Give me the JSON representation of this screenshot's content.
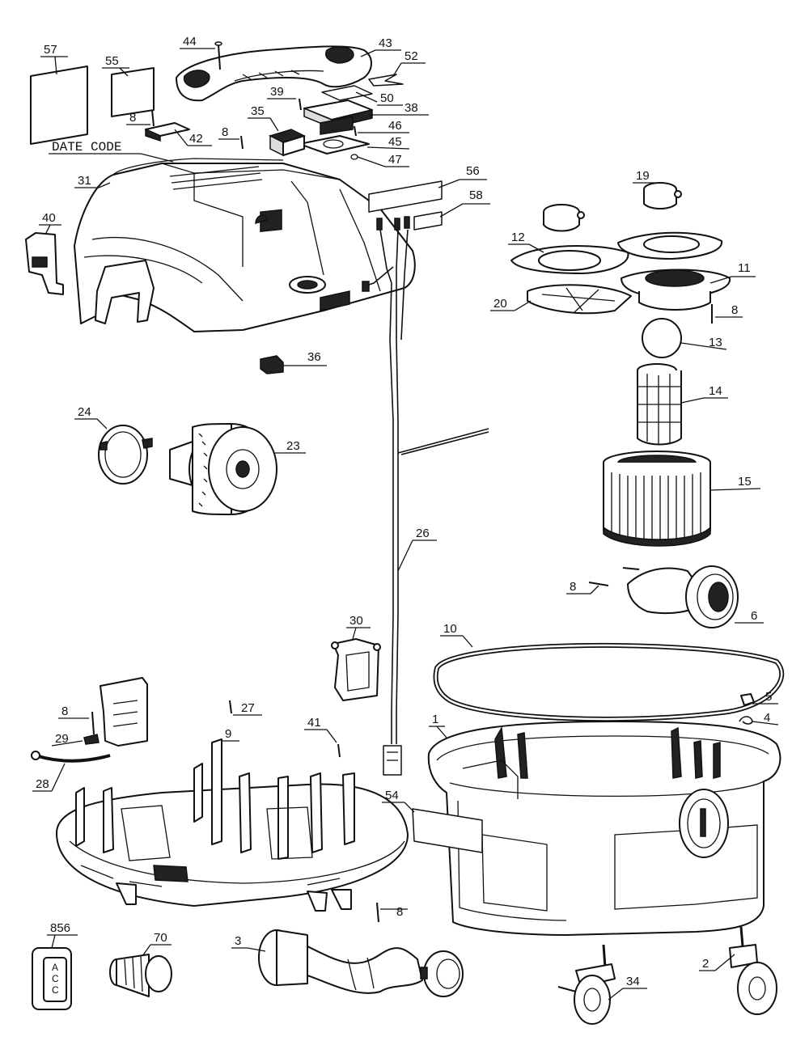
{
  "callouts": [
    {
      "id": "57",
      "label": "57"
    },
    {
      "id": "55",
      "label": "55"
    },
    {
      "id": "44",
      "label": "44"
    },
    {
      "id": "43",
      "label": "43"
    },
    {
      "id": "52",
      "label": "52"
    },
    {
      "id": "39",
      "label": "39"
    },
    {
      "id": "50",
      "label": "50"
    },
    {
      "id": "38",
      "label": "38"
    },
    {
      "id": "8a",
      "label": "8"
    },
    {
      "id": "35",
      "label": "35"
    },
    {
      "id": "42",
      "label": "42"
    },
    {
      "id": "8b",
      "label": "8"
    },
    {
      "id": "46",
      "label": "46"
    },
    {
      "id": "45",
      "label": "45"
    },
    {
      "id": "47",
      "label": "47"
    },
    {
      "id": "date",
      "label": "DATE CODE"
    },
    {
      "id": "31",
      "label": "31"
    },
    {
      "id": "56",
      "label": "56"
    },
    {
      "id": "58",
      "label": "58"
    },
    {
      "id": "19",
      "label": "19"
    },
    {
      "id": "40",
      "label": "40"
    },
    {
      "id": "12",
      "label": "12"
    },
    {
      "id": "11",
      "label": "11"
    },
    {
      "id": "20",
      "label": "20"
    },
    {
      "id": "8c",
      "label": "8"
    },
    {
      "id": "13",
      "label": "13"
    },
    {
      "id": "36",
      "label": "36"
    },
    {
      "id": "14",
      "label": "14"
    },
    {
      "id": "24",
      "label": "24"
    },
    {
      "id": "23",
      "label": "23"
    },
    {
      "id": "15",
      "label": "15"
    },
    {
      "id": "26",
      "label": "26"
    },
    {
      "id": "8d",
      "label": "8"
    },
    {
      "id": "6",
      "label": "6"
    },
    {
      "id": "30",
      "label": "30"
    },
    {
      "id": "10",
      "label": "10"
    },
    {
      "id": "8e",
      "label": "8"
    },
    {
      "id": "27",
      "label": "27"
    },
    {
      "id": "5",
      "label": "5"
    },
    {
      "id": "4",
      "label": "4"
    },
    {
      "id": "1",
      "label": "1"
    },
    {
      "id": "9",
      "label": "9"
    },
    {
      "id": "41",
      "label": "41"
    },
    {
      "id": "29",
      "label": "29"
    },
    {
      "id": "28",
      "label": "28"
    },
    {
      "id": "54",
      "label": "54"
    },
    {
      "id": "8f",
      "label": "8"
    },
    {
      "id": "856",
      "label": "856"
    },
    {
      "id": "70",
      "label": "70"
    },
    {
      "id": "3",
      "label": "3"
    },
    {
      "id": "34",
      "label": "34"
    },
    {
      "id": "2",
      "label": "2"
    }
  ],
  "switch_text": "A\nC\nC"
}
